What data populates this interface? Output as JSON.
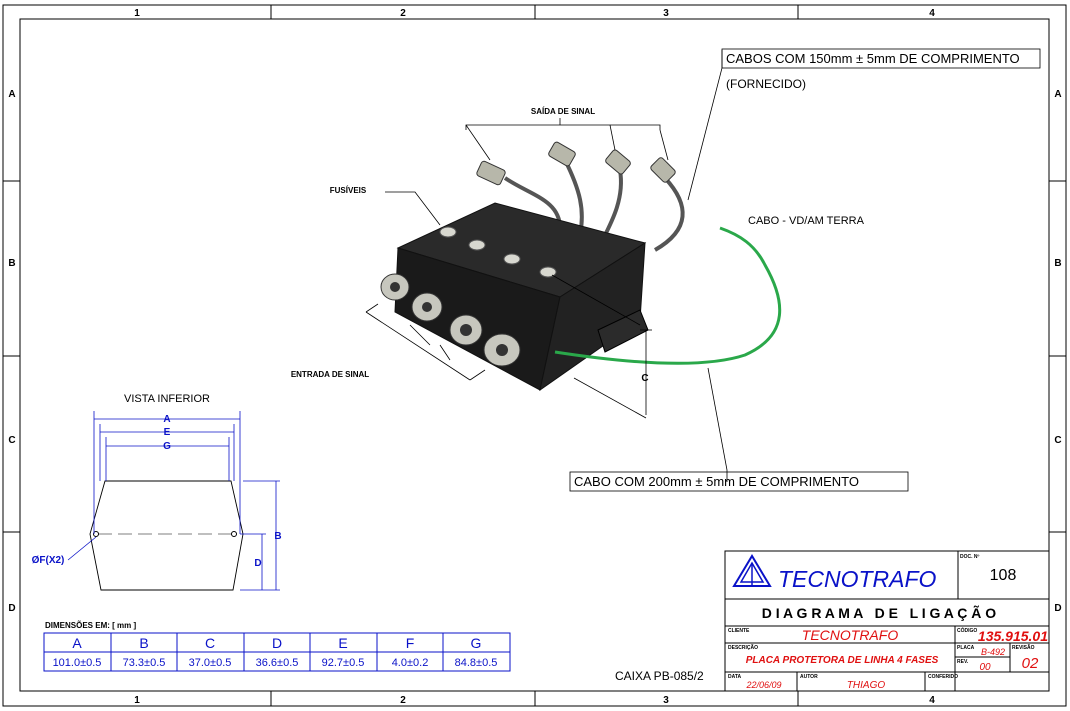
{
  "grid": {
    "columns": [
      "1",
      "2",
      "3",
      "4"
    ],
    "rows": [
      "A",
      "B",
      "C",
      "D"
    ]
  },
  "callouts": {
    "cables_150": "CABOS COM 150mm ± 5mm DE COMPRIMENTO",
    "supplied": "(FORNECIDO)",
    "signal_out": "SAÍDA DE SINAL",
    "fuses": "FUSÍVEIS",
    "ground_cable": "CABO - VD/AM TERRA",
    "signal_in": "ENTRADA DE SINAL",
    "dim_c": "C",
    "cable_200": "CABO COM 200mm ± 5mm DE COMPRIMENTO"
  },
  "bottom_view": {
    "title": "VISTA INFERIOR",
    "labels": {
      "a": "A",
      "e": "E",
      "g": "G",
      "b": "B",
      "d": "D",
      "hole": "ØF(X2)"
    }
  },
  "dimensions": {
    "caption": "DIMENSÕES EM: [ mm ]",
    "headers": [
      "A",
      "B",
      "C",
      "D",
      "E",
      "F",
      "G"
    ],
    "values": [
      "101.0±0.5",
      "73.3±0.5",
      "37.0±0.5",
      "36.6±0.5",
      "92.7±0.5",
      "4.0±0.2",
      "84.8±0.5"
    ]
  },
  "case_label": "CAIXA PB-085/2",
  "title_block": {
    "company": "TECNOTRAFO",
    "doc_label": "DOC. Nº",
    "doc_number": "108",
    "diagram_title": "D I A G R A M A   D E   L I G A Ç Ã O",
    "client_label": "CLIENTE",
    "client": "TECNOTRAFO",
    "code_label": "CÓDIGO",
    "code": "135.915.01",
    "description_label": "DESCRIÇÃO",
    "description": "PLACA PROTETORA DE LINHA 4 FASES",
    "plate_label": "PLACA",
    "plate": "B-492",
    "rev_label": "REV.",
    "rev": "00",
    "revision_label": "REVISÃO",
    "revision": "02",
    "date_label": "DATA",
    "date": "22/06/09",
    "author_label": "AUTOR",
    "author": "THIAGO",
    "checked_label": "CONFERIDO"
  },
  "colors": {
    "blue": "#0a12c8",
    "red": "#e01010",
    "cable_green": "#2aa84a"
  }
}
